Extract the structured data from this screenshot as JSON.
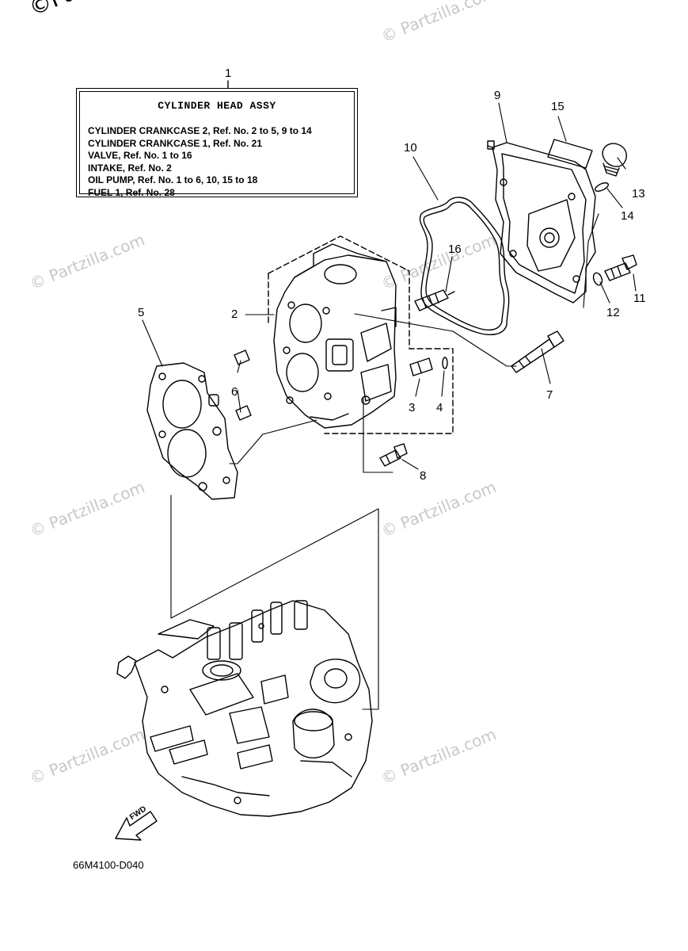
{
  "watermark": {
    "corner_text": "©Partzilla",
    "repeat_text": "© Partzilla.com"
  },
  "info_box": {
    "ref_number": "1",
    "title": "CYLINDER  HEAD ASSY",
    "lines": [
      "CYLINDER CRANKCASE 2, Ref. No. 2 to 5, 9 to 14",
      "CYLINDER CRANKCASE 1, Ref. No. 21",
      "VALVE, Ref. No. 1 to 16",
      "INTAKE,  Ref. No. 2",
      "OIL PUMP,  Ref. No. 1 to 6, 10, 15 to 18",
      "FUEL 1,  Ref. No. 28"
    ]
  },
  "callouts": {
    "c2": "2",
    "c3": "3",
    "c4": "4",
    "c5": "5",
    "c6": "6",
    "c7": "7",
    "c8": "8",
    "c9": "9",
    "c10": "10",
    "c11": "11",
    "c12": "12",
    "c13": "13",
    "c14": "14",
    "c15": "15",
    "c16": "16"
  },
  "fwd_label": "FWD",
  "diagram_code": "66M4100-D040"
}
